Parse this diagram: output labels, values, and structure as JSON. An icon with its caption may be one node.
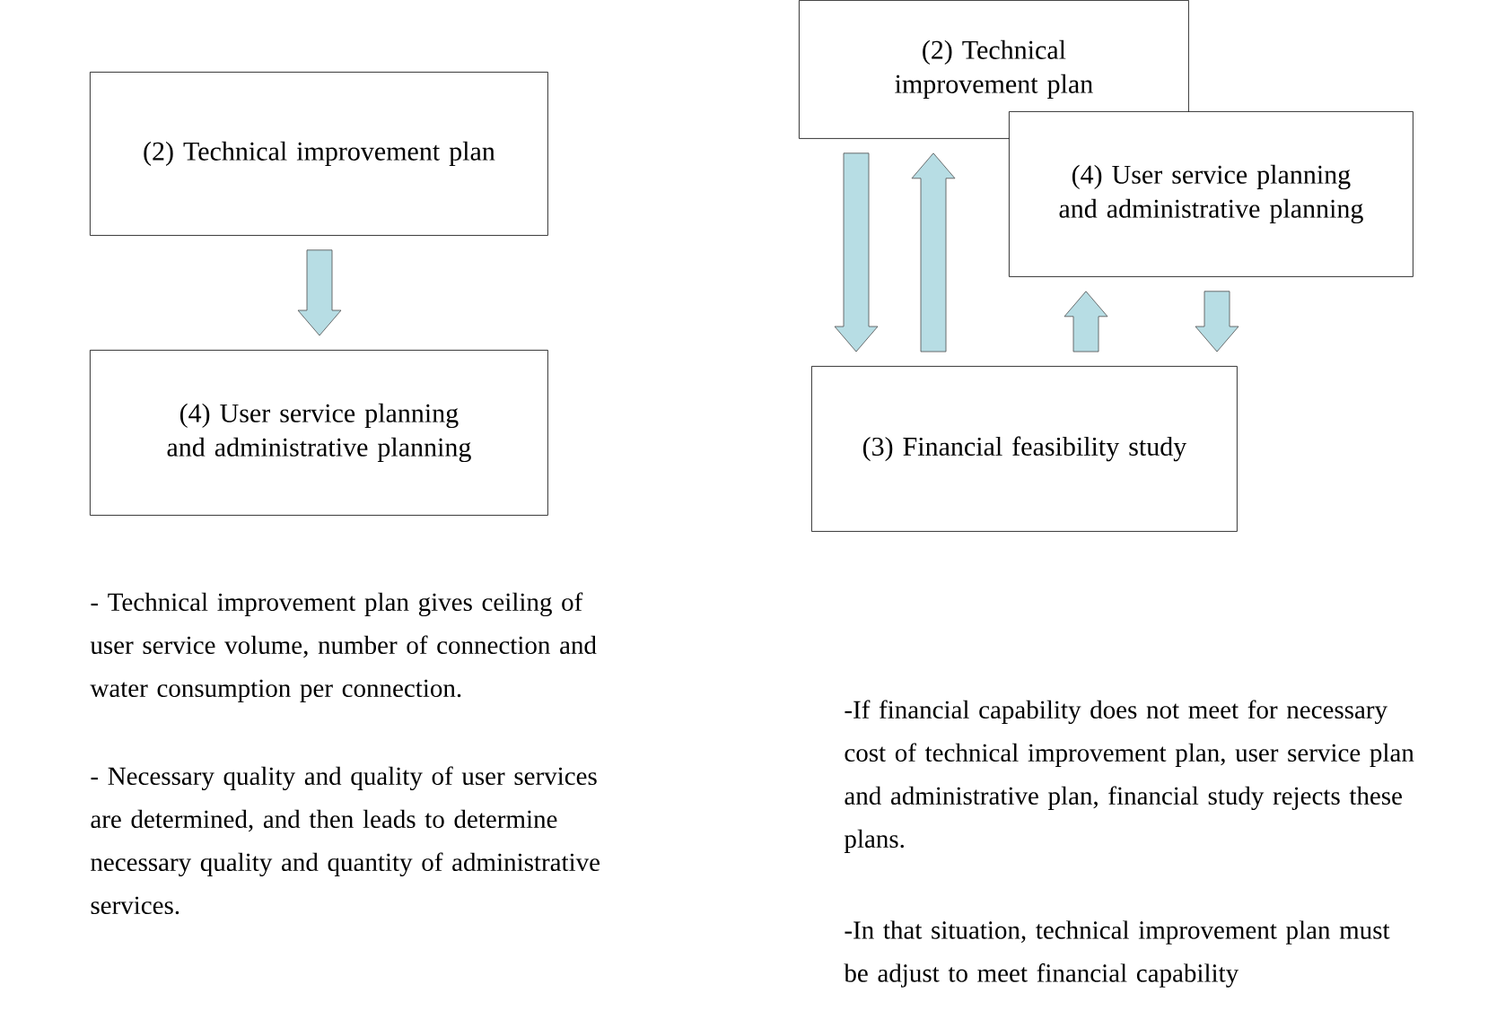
{
  "diagram": {
    "nodes": [
      {
        "text": [
          "(2) Technical improvement plan"
        ]
      },
      {
        "text": [
          "(4) User service planning and administrative planning"
        ]
      },
      {
        "text": [
          "(2) Technical improvement plan"
        ]
      },
      {
        "text": [
          "(4) User service planning and administrative planning"
        ]
      },
      {
        "text": [
          "(3) Financial feasibility study"
        ]
      }
    ],
    "edges": [
      {
        "from": 0,
        "to": 1,
        "arrow": "to"
      },
      {
        "from": 2,
        "to": 4,
        "arrow": "to"
      },
      {
        "from": 4,
        "to": 2,
        "arrow": "to"
      },
      {
        "from": 4,
        "to": 3,
        "arrow": "to"
      },
      {
        "from": 3,
        "to": 4,
        "arrow": "to"
      }
    ],
    "labels": [
      "- Technical improvement plan gives ceiling of user service volume, number of connection and water consumption per connection.",
      "- Necessary quality and quality of user services are determined, and then leads to determine necessary quality and quantity of administrative services.",
      "-If financial capability does not meet for necessary cost of technical improvement plan, user service plan and administrative plan, financial study rejects these plans.",
      "-In that situation, technical improvement plan must be adjust to meet financial capability"
    ]
  }
}
